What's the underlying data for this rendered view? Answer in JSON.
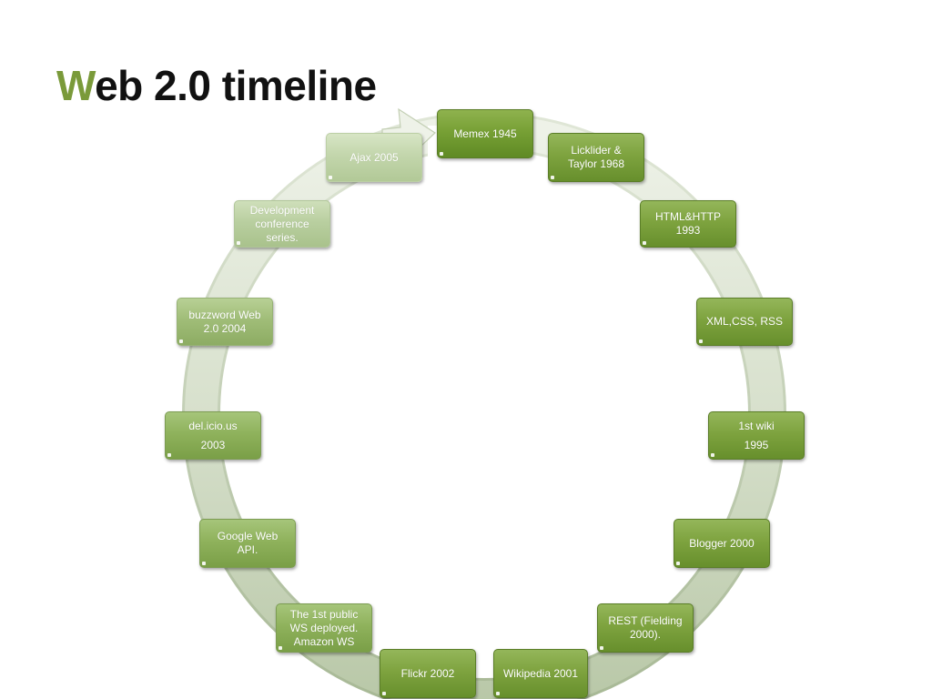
{
  "title": {
    "first_letter": "W",
    "rest": "eb 2.0 timeline"
  },
  "nodes": [
    {
      "lines": [
        "Memex 1945"
      ]
    },
    {
      "lines": [
        "Licklider &",
        "Taylor 1968"
      ]
    },
    {
      "lines": [
        "HTML&HTTP",
        "1993"
      ]
    },
    {
      "lines": [
        "XML,CSS, RSS"
      ]
    },
    {
      "lines": [
        "1st wiki",
        "1995"
      ]
    },
    {
      "lines": [
        "Blogger 2000"
      ]
    },
    {
      "lines": [
        "REST (Fielding",
        "2000)."
      ]
    },
    {
      "lines": [
        "Wikipedia 2001"
      ]
    },
    {
      "lines": [
        "Flickr 2002"
      ]
    },
    {
      "lines": [
        "The 1st public",
        "WS deployed.",
        "Amazon WS"
      ]
    },
    {
      "lines": [
        "Google Web",
        "API."
      ]
    },
    {
      "lines": [
        "del.icio.us",
        "2003"
      ]
    },
    {
      "lines": [
        "buzzword Web",
        "2.0 2004"
      ]
    },
    {
      "lines": [
        "Development",
        "conference",
        "series."
      ]
    },
    {
      "lines": [
        "Ajax 2005"
      ]
    }
  ],
  "colors": {
    "title_accent": "#7a9a3a",
    "title_text": "#111111",
    "node_dark": "#6f9a2e",
    "node_light": "#c3d6ac",
    "ring": "#c9d6bb"
  }
}
